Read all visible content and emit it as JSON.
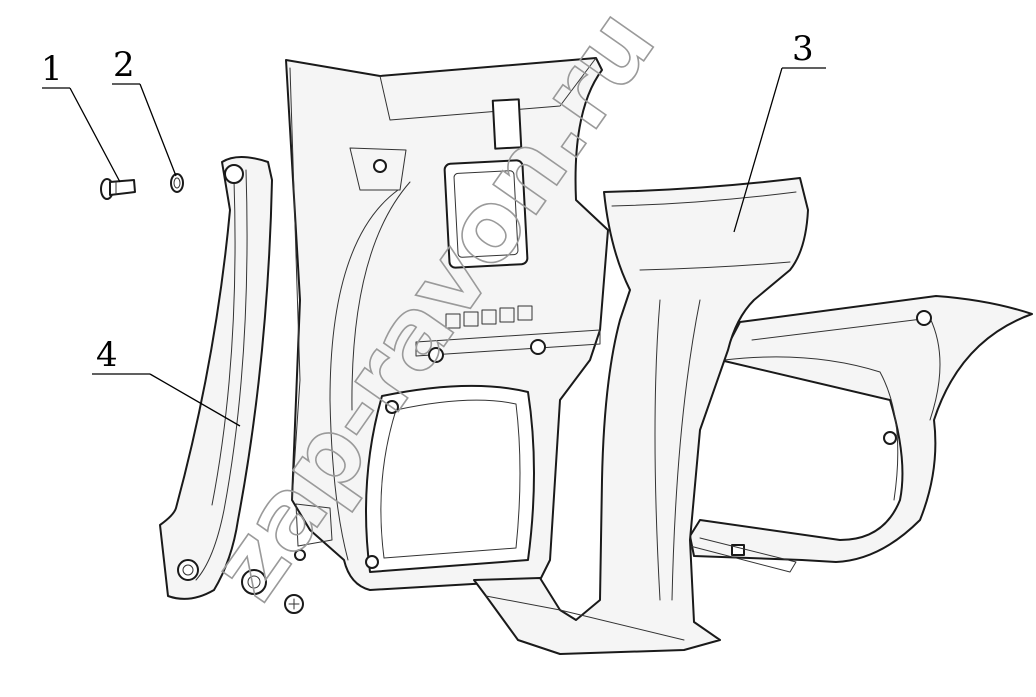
{
  "diagram": {
    "callouts": [
      {
        "id": "1",
        "label": "1"
      },
      {
        "id": "2",
        "label": "2"
      },
      {
        "id": "3",
        "label": "3"
      },
      {
        "id": "4",
        "label": "4"
      }
    ],
    "watermark": "zap-ravon.ru",
    "colors": {
      "line": "#1a1a1a",
      "watermark": "#9a9a9a",
      "background": "#ffffff"
    }
  }
}
